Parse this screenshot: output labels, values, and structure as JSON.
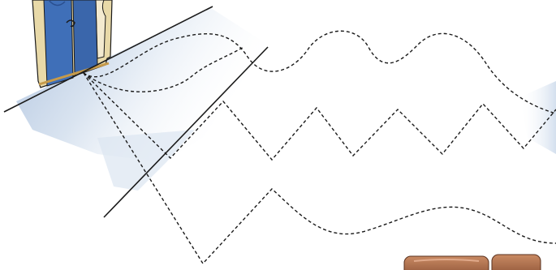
{
  "scene": {
    "colors": {
      "background": "#ffffff",
      "line": "#1a1a1a",
      "shadow": "#a9bfdc",
      "door": "#3f6fb8",
      "door_dark": "#2a4f8f",
      "frame": "#e8d9a8",
      "frame_trim": "#c69a4a",
      "brick": "#a86a4a",
      "brick_light": "#c98a63"
    },
    "icons": [
      "blue-door",
      "dashed-path",
      "brick-wall"
    ]
  }
}
